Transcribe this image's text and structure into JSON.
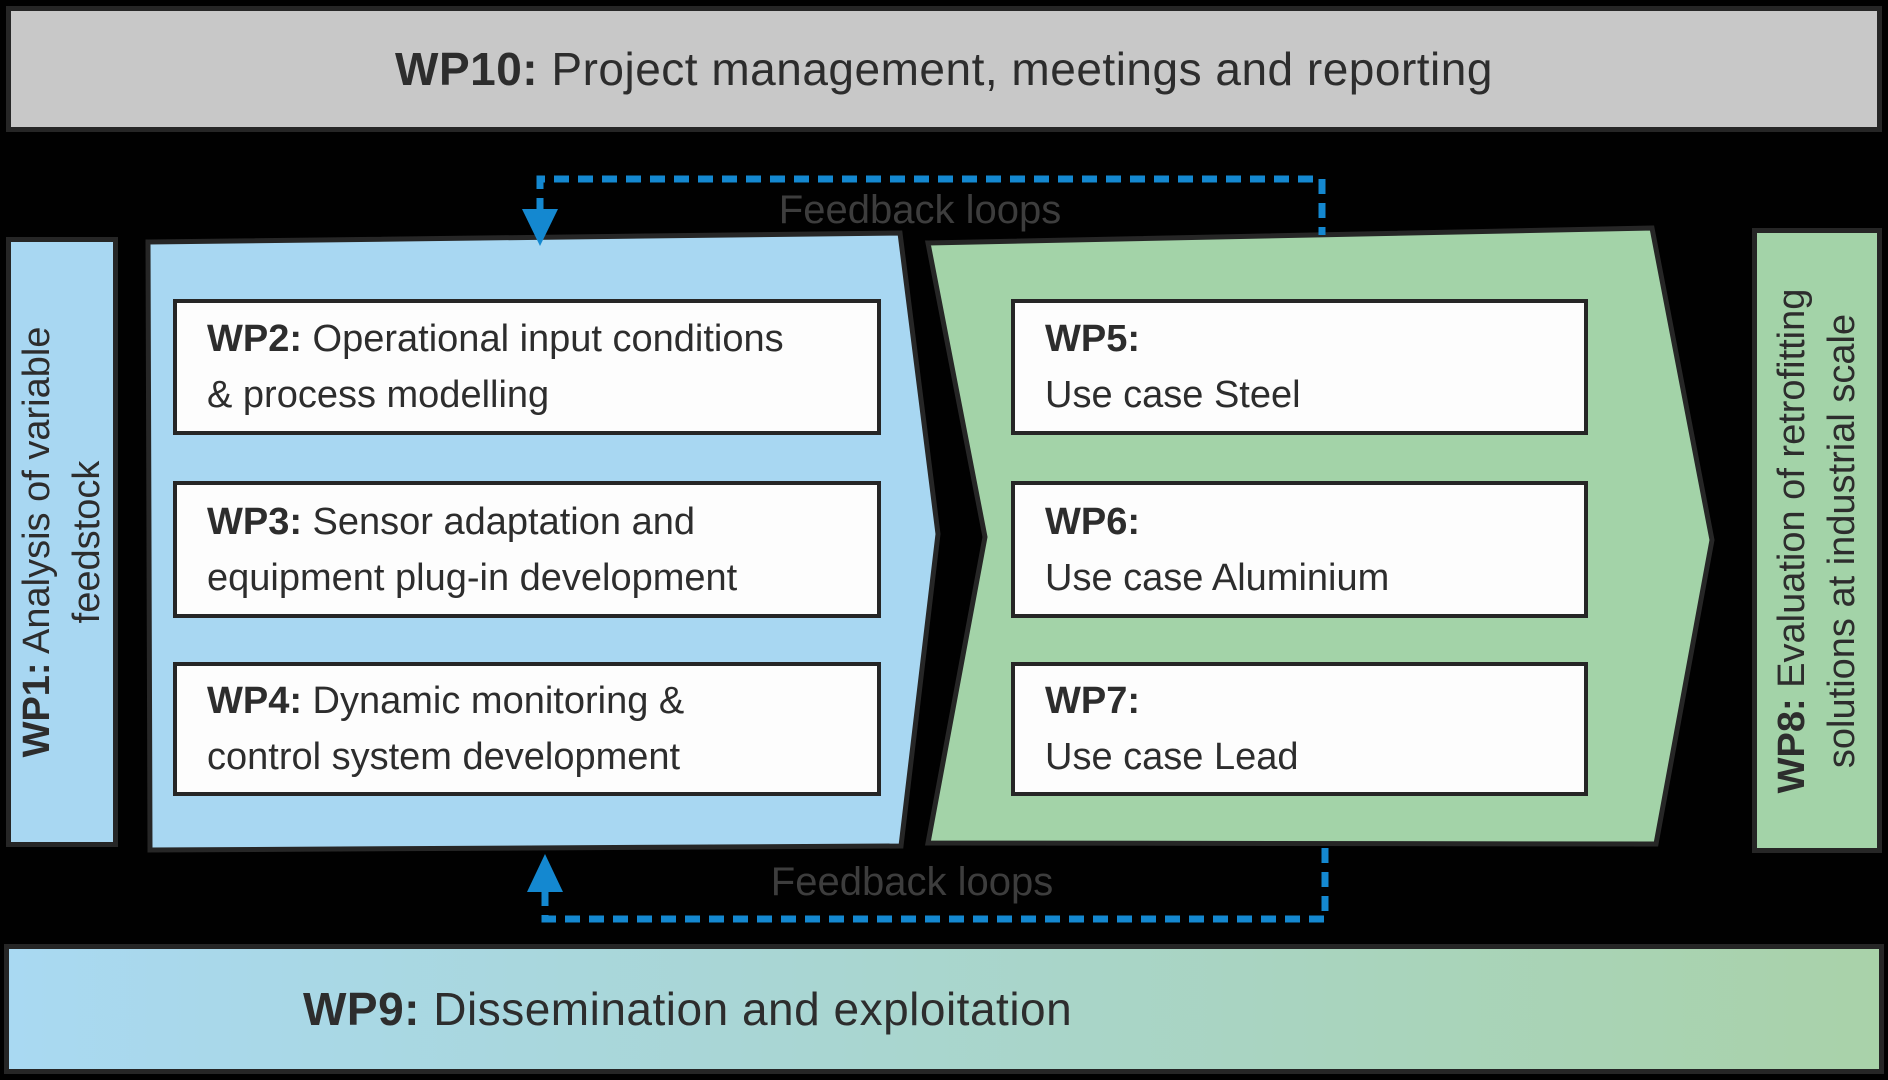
{
  "colors": {
    "background": "#010101",
    "gray_bar": "#c8c8c8",
    "blue_fill": "#a8d7f2",
    "green_fill": "#a3d3a8",
    "box_fill": "#fdfdfd",
    "outline": "#262626",
    "text": "#2d2d2d",
    "feedback_blue": "#1488d0",
    "feedback_label": "#3d3d3d",
    "wp9_left": "#a9d9f2",
    "wp9_right": "#a9d2a9"
  },
  "top_bar": {
    "code": "WP10:",
    "rest": " Project management, meetings and reporting"
  },
  "bottom_bar": {
    "code": "WP9:",
    "rest": " Dissemination and exploitation"
  },
  "left_bar": {
    "code": "WP1:",
    "line1_rest": " Analysis of variable",
    "line2": "feedstock"
  },
  "right_bar": {
    "code": "WP8:",
    "line1_rest": " Evaluation of retrofitting",
    "line2": "solutions at industrial scale"
  },
  "process_group": {
    "boxes": [
      {
        "code": "WP2:",
        "line1_rest": " Operational input conditions",
        "line2": "& process modelling"
      },
      {
        "code": "WP3:",
        "line1_rest": " Sensor adaptation and",
        "line2": "equipment plug-in development"
      },
      {
        "code": "WP4:",
        "line1_rest": " Dynamic monitoring &",
        "line2": "control system development"
      }
    ]
  },
  "use_case_group": {
    "boxes": [
      {
        "code": "WP5:",
        "line2": "Use case Steel"
      },
      {
        "code": "WP6:",
        "line2": "Use case Aluminium"
      },
      {
        "code": "WP7:",
        "line2": "Use case Lead"
      }
    ]
  },
  "feedback_top": {
    "label": "Feedback loops"
  },
  "feedback_bottom": {
    "label": "Feedback loops"
  }
}
